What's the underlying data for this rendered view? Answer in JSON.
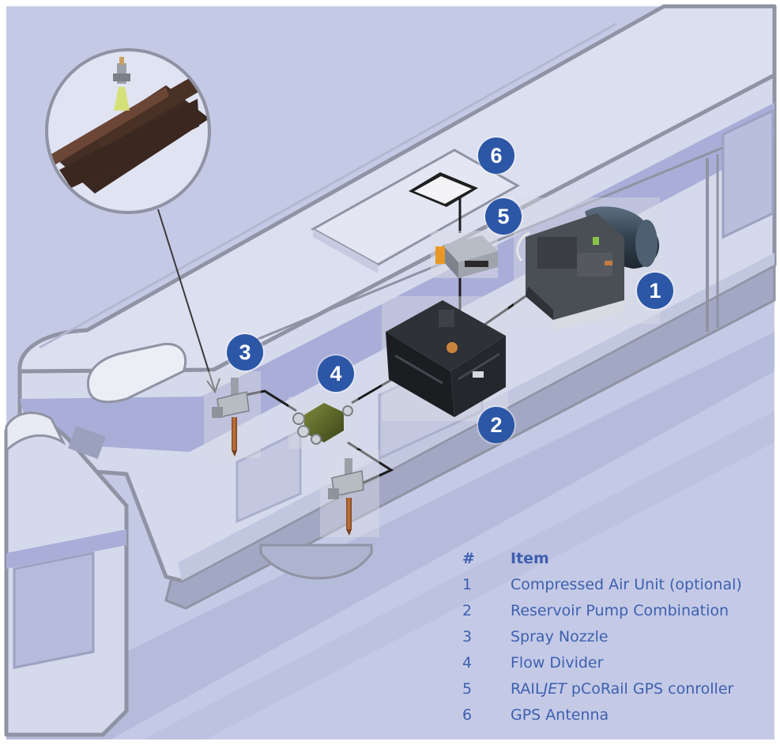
{
  "badges": [
    {
      "num": "1"
    },
    {
      "num": "2"
    },
    {
      "num": "3"
    },
    {
      "num": "4"
    },
    {
      "num": "5"
    },
    {
      "num": "6"
    }
  ],
  "legend": {
    "header": {
      "num": "#",
      "item": "Item"
    },
    "rows": [
      {
        "num": "1",
        "item": "Compressed Air Unit (optional)"
      },
      {
        "num": "2",
        "item": "Reservoir Pump Combination"
      },
      {
        "num": "3",
        "item": "Spray Nozzle"
      },
      {
        "num": "4",
        "item": "Flow Divider"
      },
      {
        "num": "5",
        "item_pre": "RAIL",
        "item_italic": "JET",
        "item_post": " pCoRail GPS conroller"
      },
      {
        "num": "6",
        "item": "GPS Antenna"
      }
    ]
  },
  "colors": {
    "background": "#c4cae6",
    "train_body": "#d4d9ec",
    "train_stripe": "#a9aed8",
    "train_outline": "#8f93a3",
    "badge": "#2c56a6",
    "legend_text": "#3e5fb0"
  },
  "icons": [
    "rail-section-image",
    "compressed-air-unit-image",
    "reservoir-pump-image",
    "spray-nozzle-image",
    "flow-divider-image",
    "gps-controller-image",
    "gps-antenna-image"
  ]
}
